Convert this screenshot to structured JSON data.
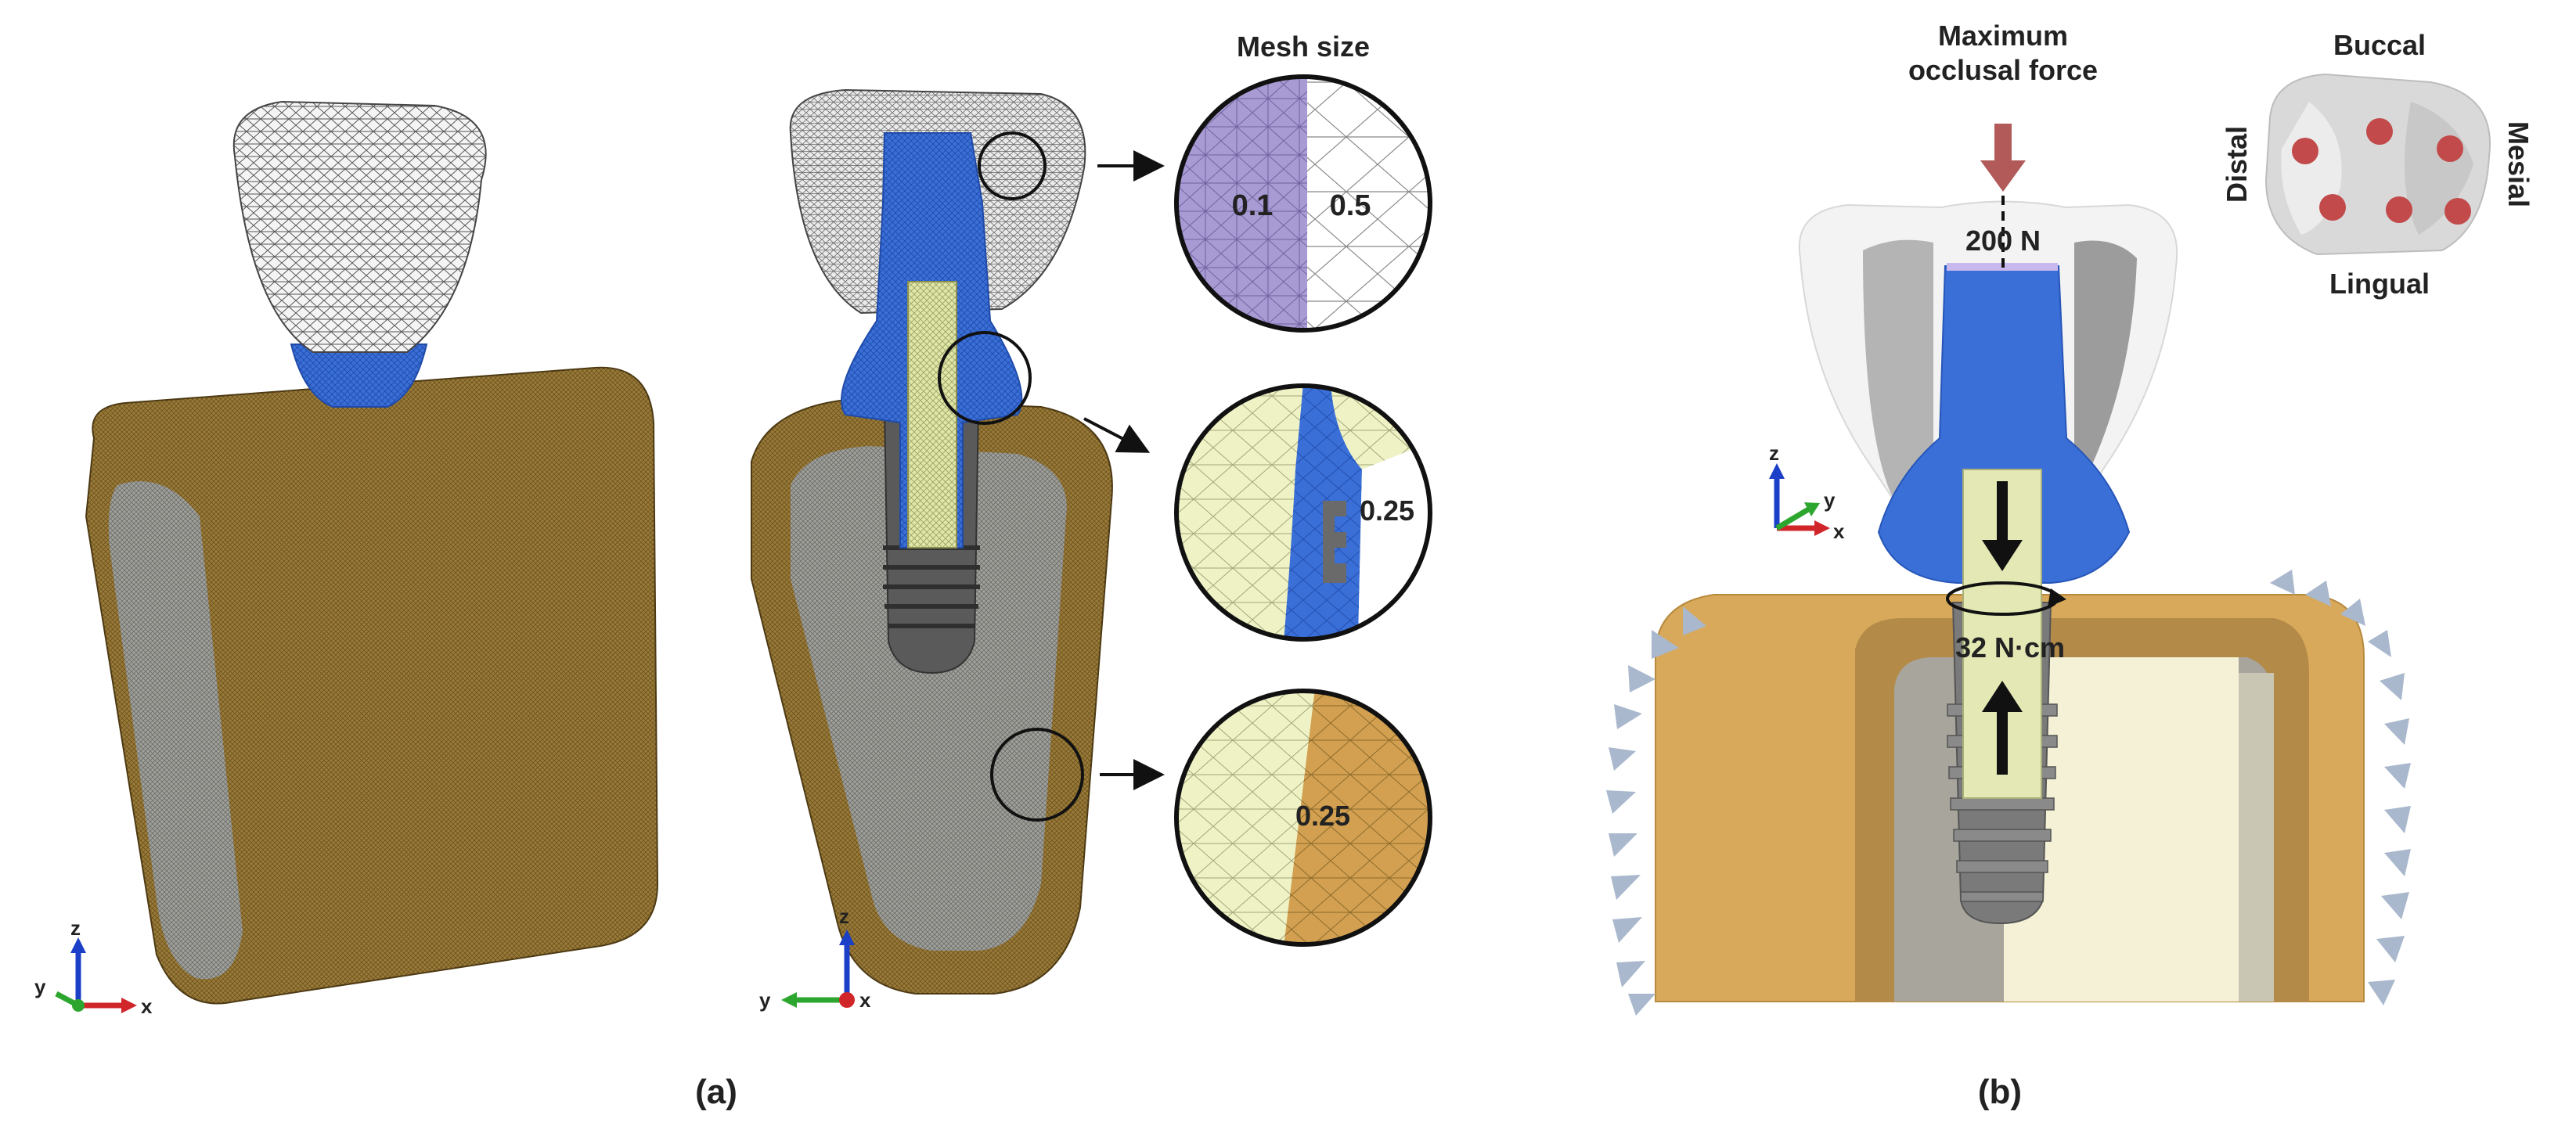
{
  "panel_labels": {
    "a": "(a)",
    "b": "(b)"
  },
  "panel_a": {
    "mesh_size_title": "Mesh size",
    "zoom_top": {
      "left_value": "0.1",
      "right_value": "0.5"
    },
    "zoom_middle": {
      "value": "0.25"
    },
    "zoom_bottom": {
      "value": "0.25"
    },
    "axes_left": {
      "z": "z",
      "y": "y",
      "x": "x"
    },
    "axes_section": {
      "z": "z",
      "y": "y",
      "x": "x"
    }
  },
  "panel_b": {
    "force_title_line1": "Maximum",
    "force_title_line2": "occlusal force",
    "force_value": "200 N",
    "torque_value": "32 N·cm",
    "directions": {
      "buccal": "Buccal",
      "lingual": "Lingual",
      "distal": "Distal",
      "mesial": "Mesial"
    },
    "axes": {
      "z": "z",
      "y": "y",
      "x": "x"
    }
  },
  "colors": {
    "bone_cortical": "#b8924a",
    "bone_cancellous": "#8f8f8a",
    "abutment": "#3a6fd8",
    "screw": "#e4e8b4",
    "implant": "#6a6a6a",
    "force_arrow": "#b25a5a",
    "load_point": "#c24a4a",
    "support": "#a9b8cc",
    "crown_mesh": "#f2f2f2",
    "purple_mesh": "#a89ad2"
  }
}
